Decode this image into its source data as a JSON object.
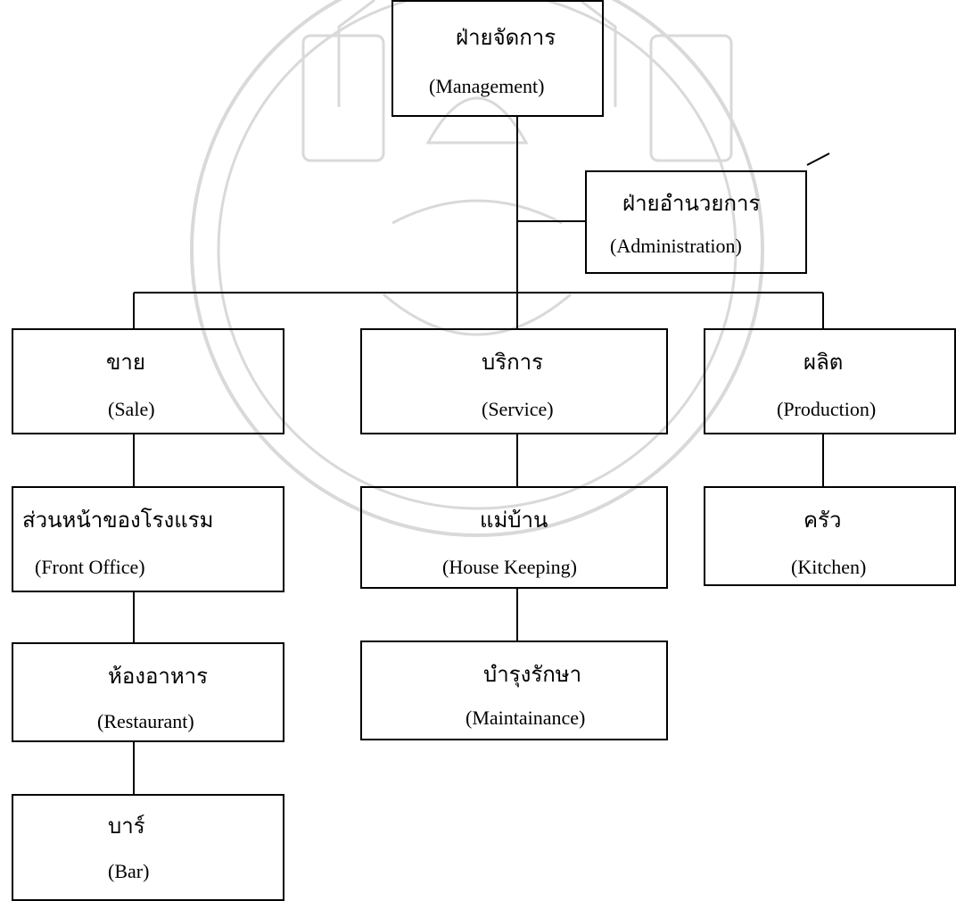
{
  "nodes": [
    {
      "id": "management",
      "th": "ฝ่ายจัดการ",
      "en": "(Management)"
    },
    {
      "id": "administration",
      "th": "ฝ่ายอำนวยการ",
      "en": "(Administration)"
    },
    {
      "id": "sale",
      "th": "ขาย",
      "en": "(Sale)"
    },
    {
      "id": "service",
      "th": "บริการ",
      "en": "(Service)"
    },
    {
      "id": "production",
      "th": "ผลิต",
      "en": "(Production)"
    },
    {
      "id": "front-office",
      "th": "ส่วนหน้าของโรงแรม",
      "en": "(Front Office)"
    },
    {
      "id": "housekeeping",
      "th": "แม่บ้าน",
      "en": "(House Keeping)"
    },
    {
      "id": "kitchen",
      "th": "ครัว",
      "en": "(Kitchen)"
    },
    {
      "id": "restaurant",
      "th": "ห้องอาหาร",
      "en": "(Restaurant)"
    },
    {
      "id": "maintainance",
      "th": "บำรุงรักษา",
      "en": "(Maintainance)"
    },
    {
      "id": "bar",
      "th": "บาร์",
      "en": "(Bar)"
    }
  ],
  "edges": [
    [
      "management",
      "administration"
    ],
    [
      "management",
      "sale"
    ],
    [
      "management",
      "service"
    ],
    [
      "management",
      "production"
    ],
    [
      "sale",
      "front-office"
    ],
    [
      "front-office",
      "restaurant"
    ],
    [
      "restaurant",
      "bar"
    ],
    [
      "service",
      "housekeeping"
    ],
    [
      "housekeeping",
      "maintainance"
    ],
    [
      "production",
      "kitchen"
    ]
  ]
}
